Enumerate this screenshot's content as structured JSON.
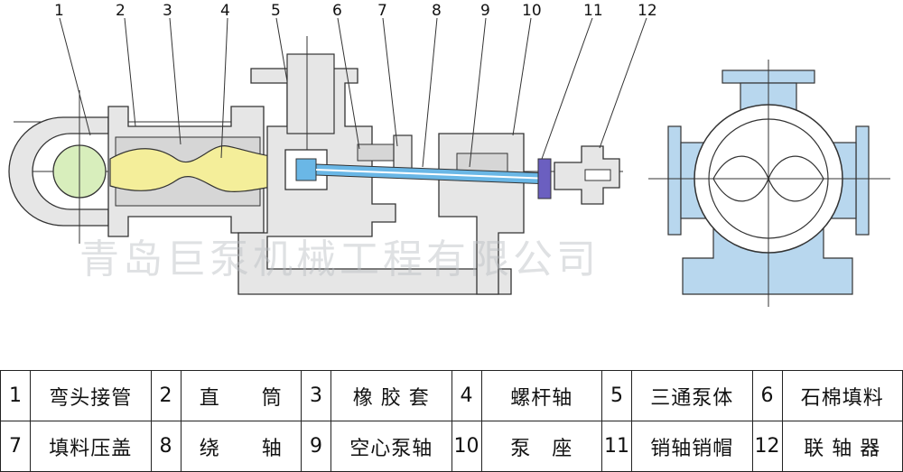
{
  "callouts": [
    "1",
    "2",
    "3",
    "4",
    "5",
    "6",
    "7",
    "8",
    "9",
    "10",
    "11",
    "12"
  ],
  "watermark": "青岛巨泵机械工程有限公司",
  "legend": [
    [
      {
        "num": "1",
        "name": "弯头接管"
      },
      {
        "num": "2",
        "name": "直　　筒"
      },
      {
        "num": "3",
        "name": "橡 胶 套"
      },
      {
        "num": "4",
        "name": "螺杆轴"
      },
      {
        "num": "5",
        "name": "三通泵体"
      },
      {
        "num": "6",
        "name": "石棉填料"
      }
    ],
    [
      {
        "num": "7",
        "name": "填料压盖"
      },
      {
        "num": "8",
        "name": "绕　　轴"
      },
      {
        "num": "9",
        "name": "空心泵轴"
      },
      {
        "num": "10",
        "name": "泵　座"
      },
      {
        "num": "11",
        "name": "销轴销帽"
      },
      {
        "num": "12",
        "name": "联 轴 器"
      }
    ]
  ],
  "colors": {
    "casing": "#e6e6e6",
    "stator": "#d6d6d6",
    "rotor": "#f4ee9a",
    "inlet": "#d8eebc",
    "pump_body_end": "#b8d7ee",
    "shaft": "#6ab7e6",
    "pin": "#6b5fc0",
    "outline": "#333333"
  }
}
